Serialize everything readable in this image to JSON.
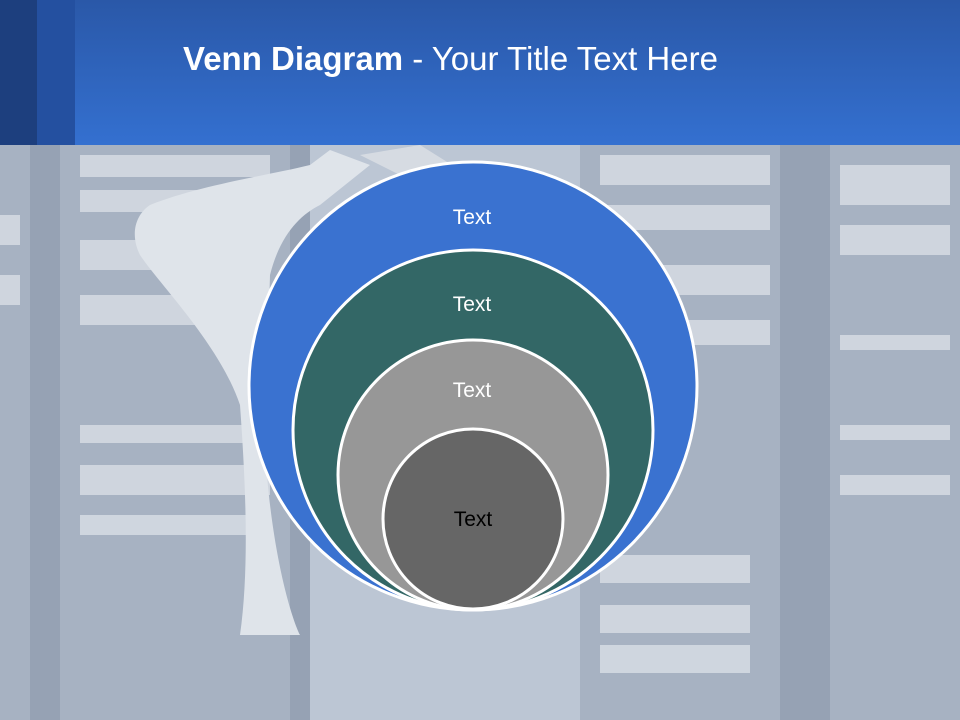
{
  "header": {
    "title_bold": "Venn Diagram",
    "title_rest": " - Your Title Text Here"
  },
  "diagram": {
    "circles": [
      {
        "label": "Text",
        "fill": "#3a72d0",
        "text_color": "#ffffff"
      },
      {
        "label": "Text",
        "fill": "#336766",
        "text_color": "#ffffff"
      },
      {
        "label": "Text",
        "fill": "#979797",
        "text_color": "#ffffff"
      },
      {
        "label": "Text",
        "fill": "#666666",
        "text_color": "#000000"
      }
    ]
  },
  "colors": {
    "header_blue": "#3470d0",
    "header_dark": "#1d3f7e",
    "background_tint": "#b9c3d1"
  }
}
